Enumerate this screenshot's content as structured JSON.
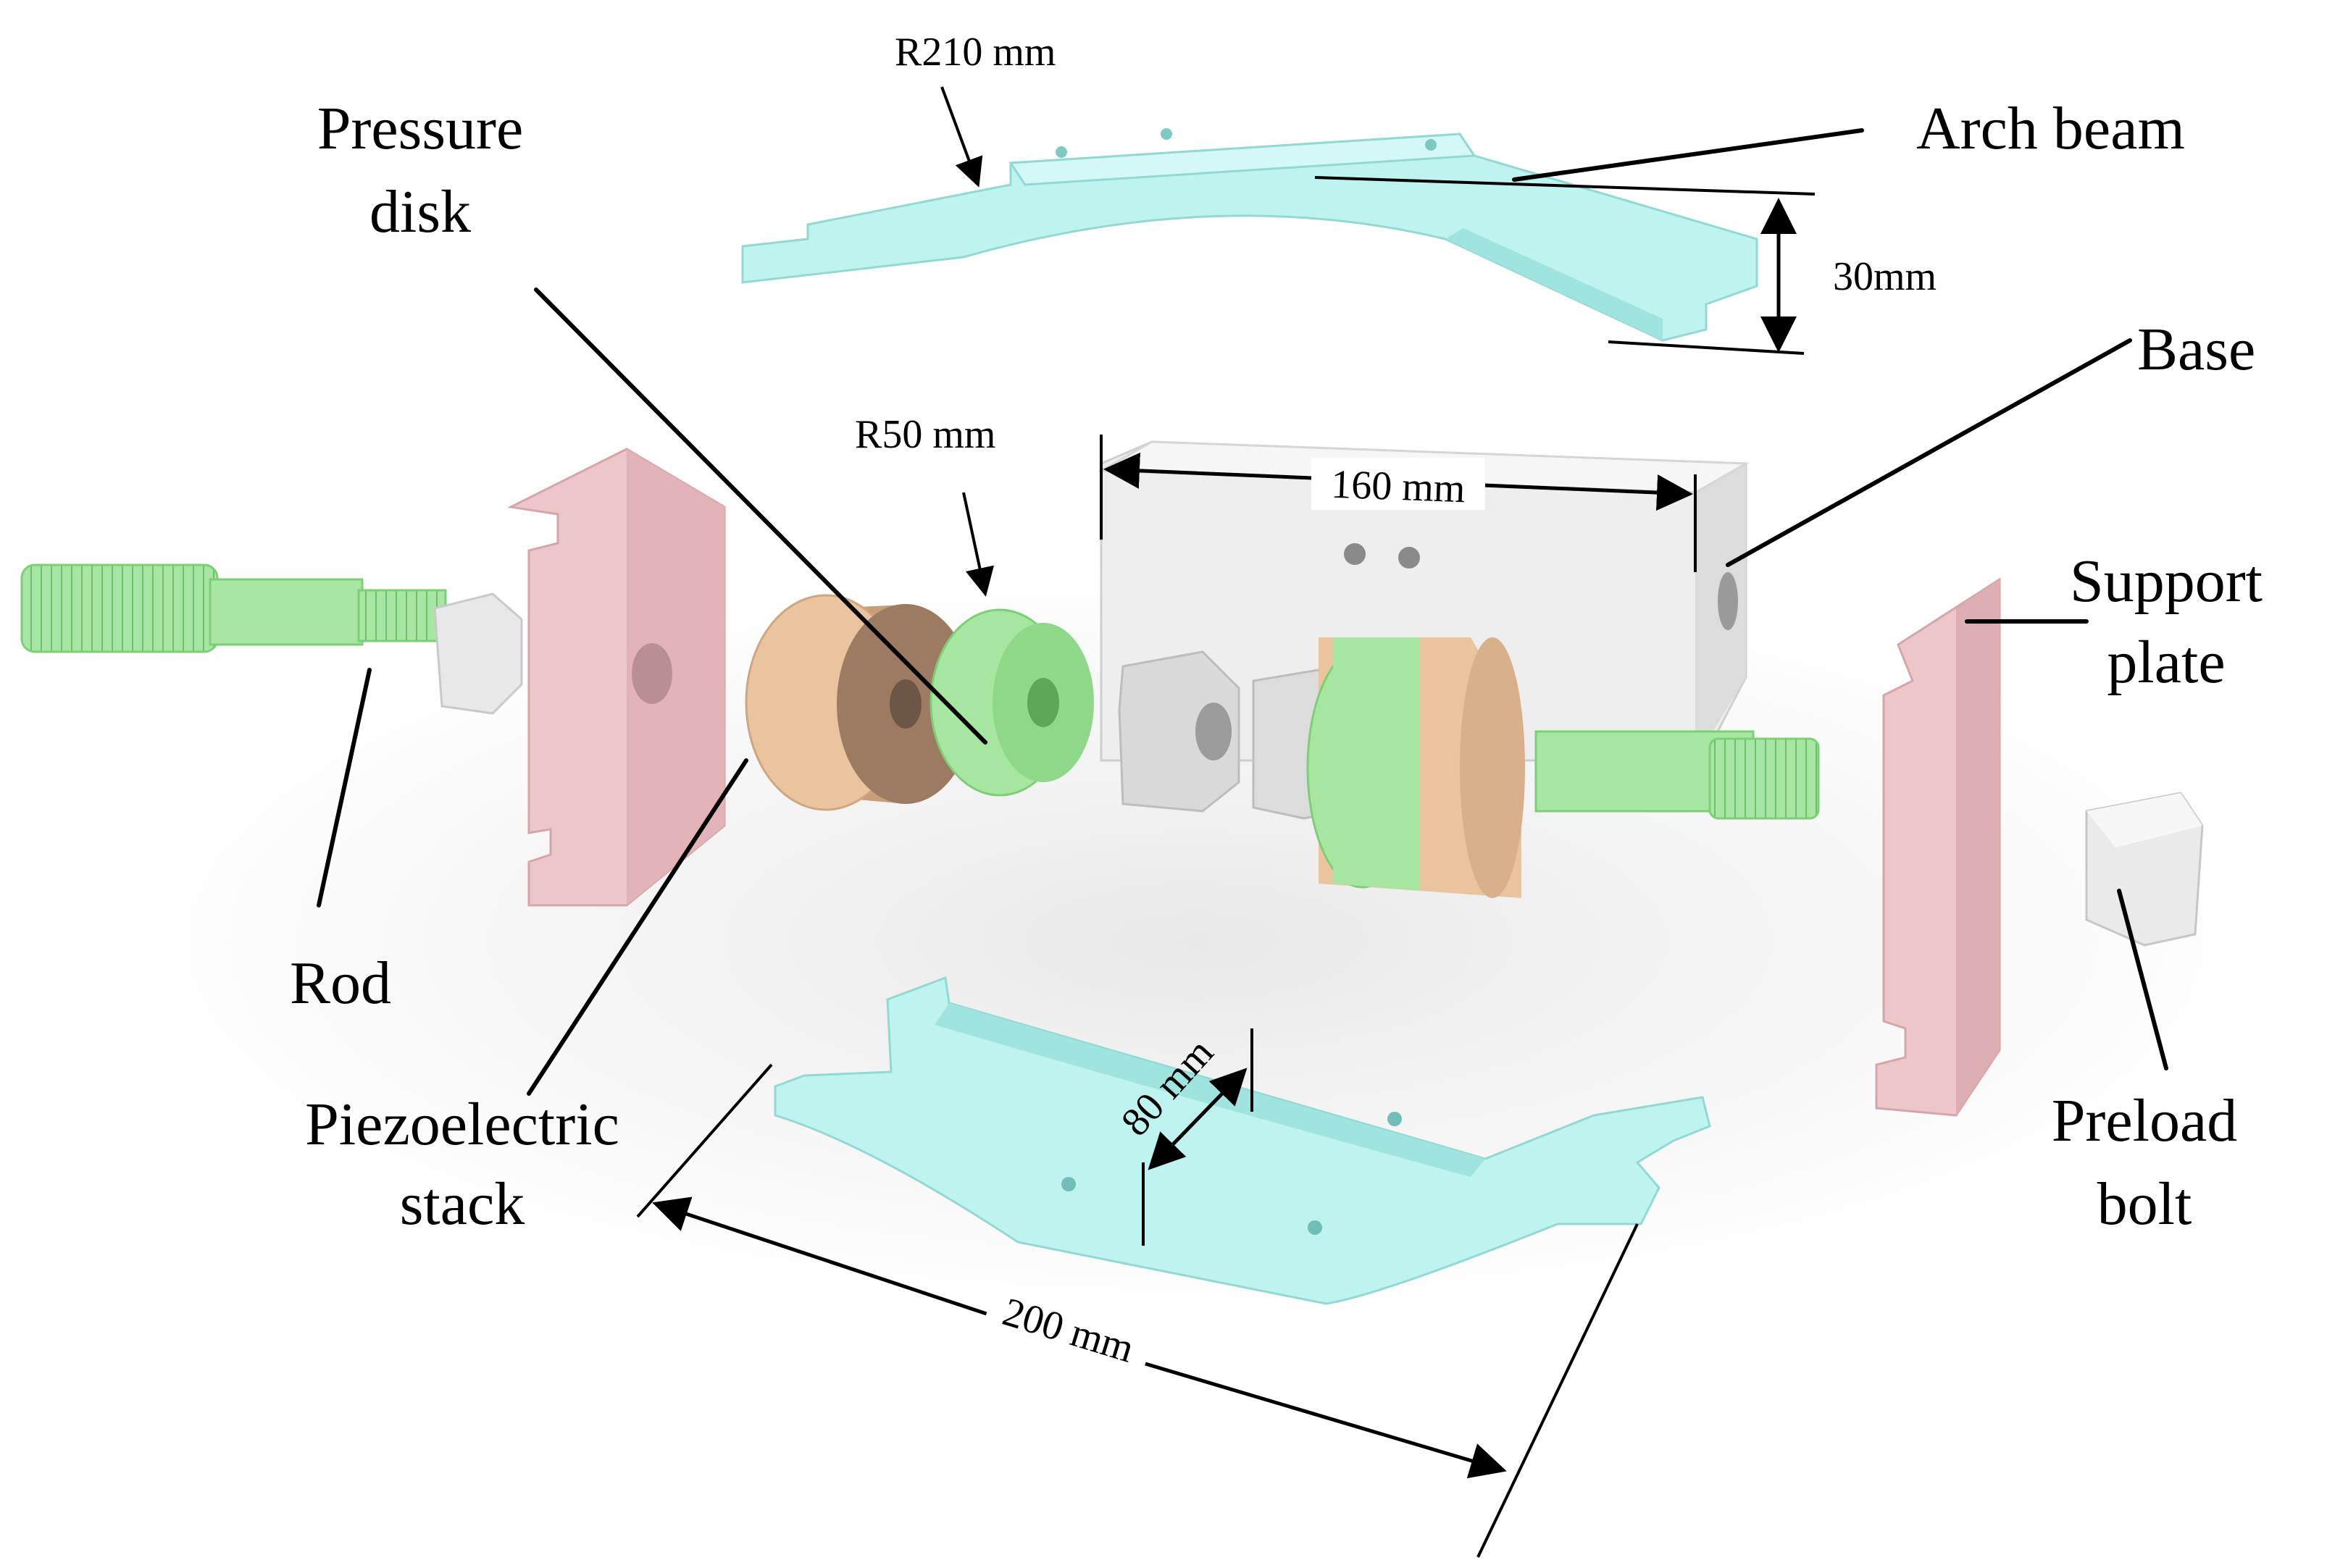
{
  "labels": {
    "arch_beam": "Arch beam",
    "pressure_disk_l1": "Pressure",
    "pressure_disk_l2": "disk",
    "base": "Base",
    "support_plate_l1": "Support",
    "support_plate_l2": "plate",
    "rod": "Rod",
    "piezo_stack_l1": "Piezoelectric",
    "piezo_stack_l2": "stack",
    "preload_bolt_l1": "Preload",
    "preload_bolt_l2": "bolt"
  },
  "dimensions": {
    "r210": "R210 mm",
    "r50": "R50 mm",
    "h30": "30mm",
    "w160": "160 mm",
    "d80": "80 mm",
    "l200": "200 mm"
  },
  "colors": {
    "arch_beam": "#bff3f0",
    "pressure_disk": "#a6e6a0",
    "rod": "#a8e6a3",
    "support_plate": "#ecc6c9",
    "piezo_stack": "#e9c49f",
    "base": "#eeeeee",
    "bolt": "#dcdcdc"
  }
}
